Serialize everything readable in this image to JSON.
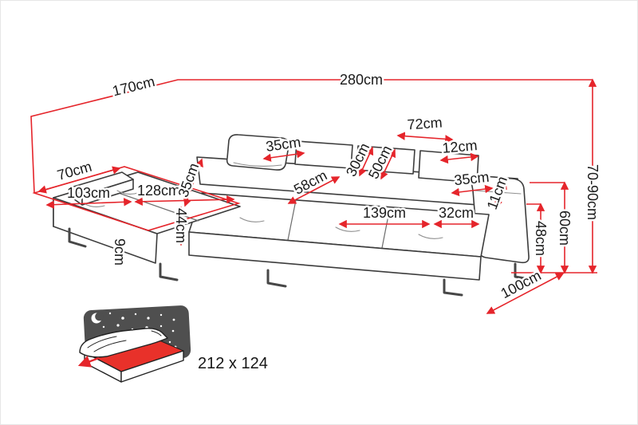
{
  "diagram": {
    "measurements": {
      "m170": "170cm",
      "m280": "280cm",
      "m72": "72cm",
      "m35_pillow": "35cm",
      "m30": "30cm",
      "m50": "50cm",
      "m12": "12cm",
      "m70": "70cm",
      "m103": "103cm",
      "m128": "128cm",
      "m35_seam": "35cm",
      "m44": "44cm",
      "m9": "9cm",
      "m58": "58cm",
      "m139": "139cm",
      "m32": "32cm",
      "m35_arm": "35cm",
      "m11": "11cm",
      "m48": "48cm",
      "m60": "60cm",
      "m70_90": "70-90cm",
      "m100": "100cm"
    },
    "sleeping_area": {
      "label": "212 x 124"
    },
    "colors": {
      "dimension_red": "#e5252b",
      "sofa_outline": "#3c3c3c",
      "night_sky": "#4f4f4f",
      "mattress_red": "#e8312a",
      "label_text": "#1a1a1a"
    }
  }
}
